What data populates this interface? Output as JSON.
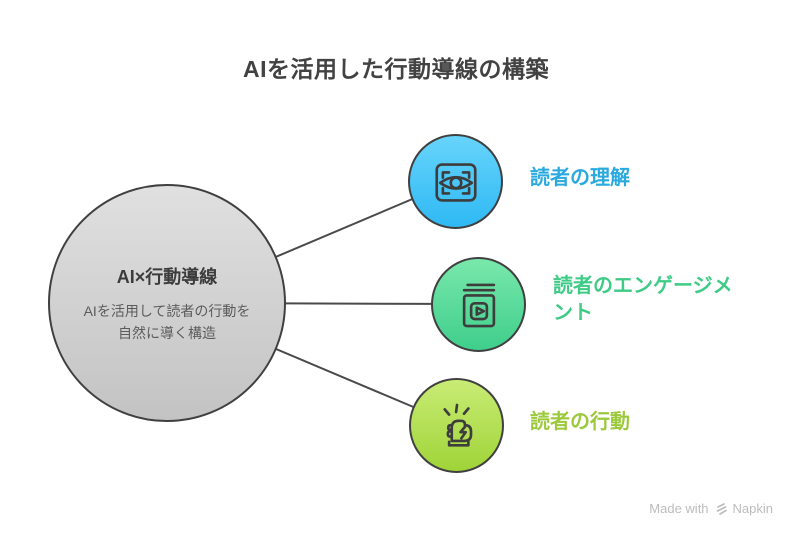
{
  "title": "AIを活用した行動導線の構築",
  "colors": {
    "background": "#ffffff",
    "connector": "#4a4a4a",
    "title_text": "#424242",
    "icon_stroke": "#3d3d3d",
    "node_border": "#404040",
    "watermark": "#bcbcbc"
  },
  "center_node": {
    "heading": "AI×行動導線",
    "description": "AIを活用して読者の行動を自然に導く構造",
    "color_top": "#e0e0e0",
    "color_bottom": "#c3c3c3",
    "heading_color": "#3c3c3c",
    "description_color": "#5c5c5c"
  },
  "nodes": [
    {
      "id": "understanding",
      "label": "読者の理解",
      "icon": "eye-scan-icon",
      "color_top": "#67d4fb",
      "color_bottom": "#2fb9f4",
      "label_color": "#29a9df"
    },
    {
      "id": "engagement",
      "label": "読者のエンゲージメント",
      "icon": "video-book-icon",
      "color_top": "#79e8ab",
      "color_bottom": "#3fce8c",
      "label_color": "#3ecb85"
    },
    {
      "id": "action",
      "label": "読者の行動",
      "icon": "fist-icon",
      "color_top": "#c9ec75",
      "color_bottom": "#9fd438",
      "label_color": "#9cc93c"
    }
  ],
  "watermark": {
    "prefix": "Made with",
    "brand": "Napkin"
  }
}
